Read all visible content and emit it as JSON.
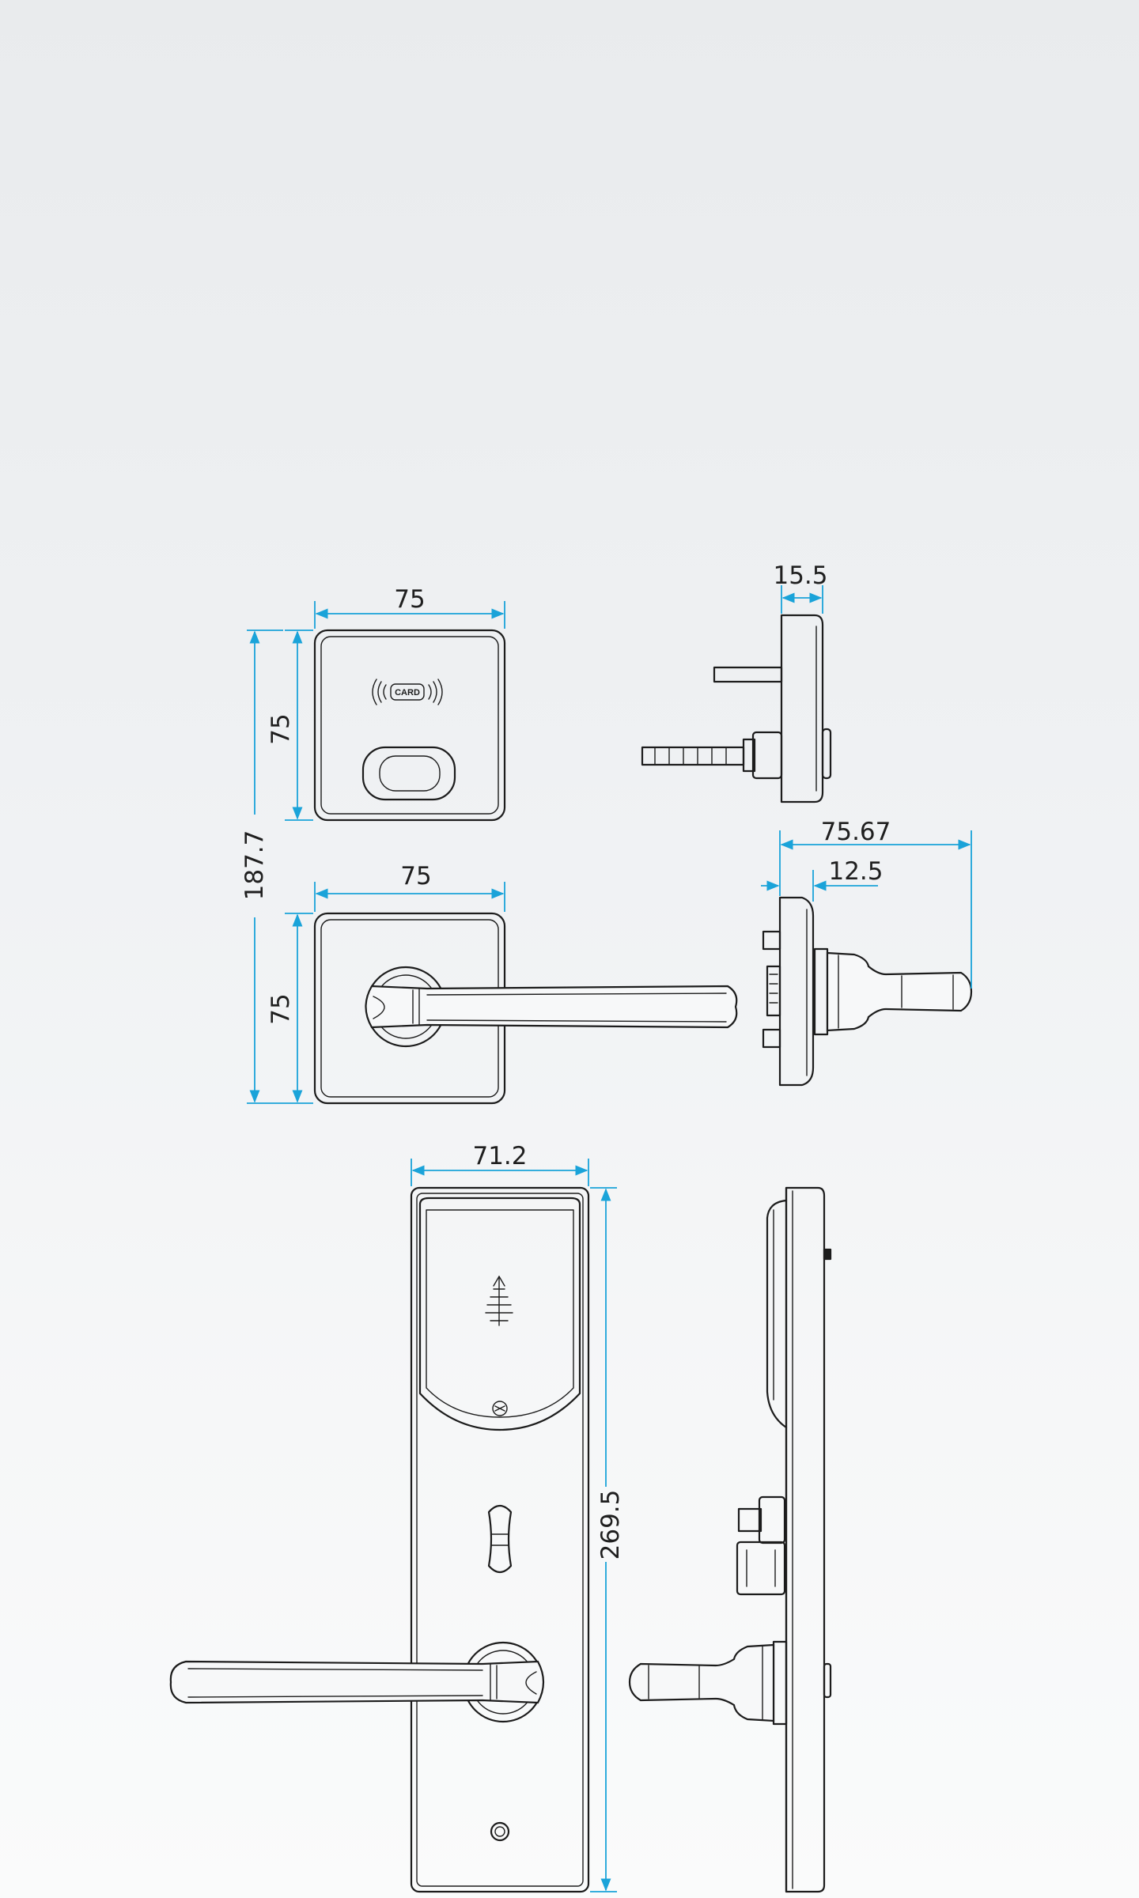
{
  "dimensions": {
    "front_reader_width": "75",
    "front_reader_height": "75",
    "total_height": "187.7",
    "front_lever_width": "75",
    "front_lever_height": "75",
    "side_reader_depth": "15.5",
    "side_lever_projection": "75.67",
    "side_lever_plate_depth": "12.5",
    "mortise_plate_width": "71.2",
    "mortise_plate_height": "269.5"
  },
  "labels": {
    "card_badge": "CARD"
  },
  "colors": {
    "dimension_line": "#1aa3d9",
    "outline": "#1c1c1c"
  }
}
